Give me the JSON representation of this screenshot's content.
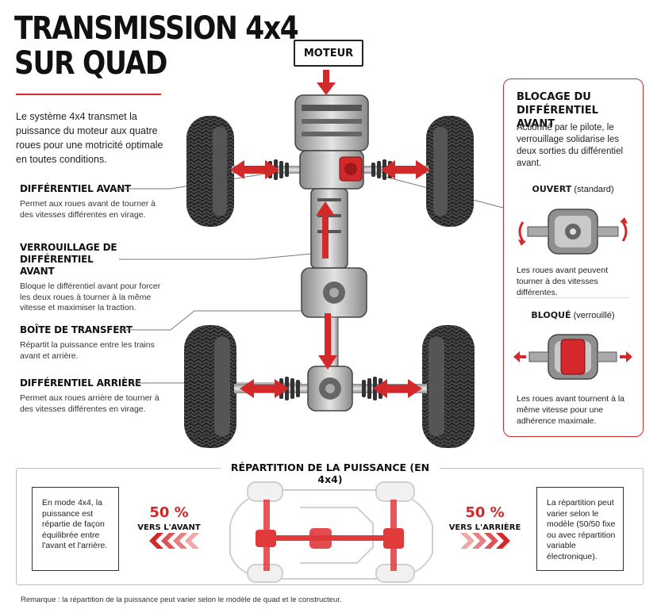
{
  "title": {
    "line1": "TRANSMISSION 4x4",
    "line2": "SUR QUAD"
  },
  "intro": "Le système 4x4 transmet la puissance du moteur aux quatre roues pour une motricité optimale en toutes conditions.",
  "engine_label": "MOTEUR",
  "labels": [
    {
      "title": "DIFFÉRENTIEL AVANT",
      "text": "Permet aux roues avant de tourner à des vitesses différentes en virage."
    },
    {
      "title": "VERROUILLAGE DE DIFFÉRENTIEL AVANT",
      "text": "Bloque le différentiel avant pour forcer les deux roues à tourner à la même vitesse et maximiser la traction."
    },
    {
      "title": "BOÎTE DE TRANSFERT",
      "text": "Répartit la puissance entre les trains avant et arrière."
    },
    {
      "title": "DIFFÉRENTIEL ARRIÈRE",
      "text": "Permet aux roues arrière de tourner à des vitesses différentes en virage."
    }
  ],
  "panel": {
    "title": "BLOCAGE DU DIFFÉRENTIEL AVANT",
    "desc": "Actionné par le pilote, le verrouillage solidarise les deux sorties du différentiel avant.",
    "open_label": "OUVERT",
    "open_note": "(standard)",
    "open_text": "Les roues avant peuvent tourner à des vitesses différentes.",
    "locked_label": "BLOQUÉ",
    "locked_note": "(verrouillé)",
    "locked_text": "Les roues avant tournent à la même vitesse pour une adhérence maximale."
  },
  "distribution": {
    "title": "RÉPARTITION DE LA PUISSANCE (EN 4x4)",
    "left_text": "En mode 4x4, la puissance est répartie de façon équilibrée entre l'avant et l'arrière.",
    "front_pct": "50 %",
    "front_label": "VERS L'AVANT",
    "rear_pct": "50 %",
    "rear_label": "VERS L'ARRIÈRE",
    "right_text": "La répartition peut varier selon le modèle (50/50 fixe ou avec répartition variable électronique).",
    "front_share": 50,
    "rear_share": 50
  },
  "note": "Remarque : la répartition de la puissance peut varier selon le modèle de quad et le constructeur.",
  "colors": {
    "accent": "#d3292b",
    "text": "#111111"
  }
}
